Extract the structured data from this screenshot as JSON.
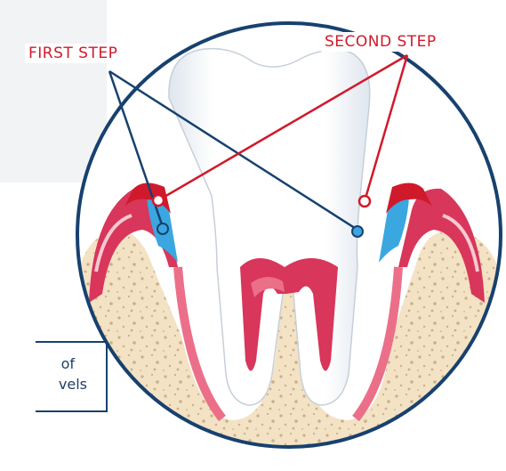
{
  "labels": {
    "first_step": "FIRST STEP",
    "second_step": "SECOND STEP"
  },
  "caption": {
    "line1": "of",
    "line2": "vels"
  },
  "colors": {
    "navy": "#17416f",
    "red": "#d01a2b",
    "gum": "#d8365a",
    "gum_light": "#ec6f8a",
    "blue": "#3aa7e0",
    "bone": "#f3e2c4",
    "bone_dots": "#c9b08c",
    "enamel": "#ffffff",
    "enamel_shade": "#e9eef3",
    "background": "#ffffff"
  },
  "icons": [
    "tooth-illustration",
    "gum-tissue",
    "bone-tissue",
    "pointer-lines"
  ]
}
